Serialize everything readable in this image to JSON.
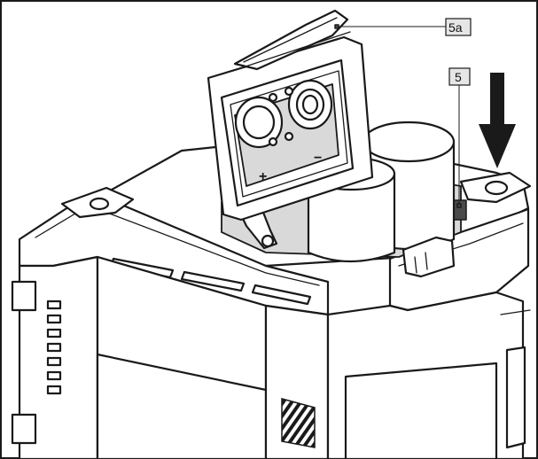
{
  "callouts": [
    {
      "id": "5a",
      "label": "5a"
    },
    {
      "id": "5",
      "label": "5"
    }
  ],
  "glyphs": {
    "plus": "+",
    "minus": "−"
  },
  "icons": [
    "down-arrow-icon"
  ],
  "colors": {
    "line": "#1a1a1a",
    "fill_gray": "#d9d9d9",
    "label_bg": "#e6e6e6"
  }
}
